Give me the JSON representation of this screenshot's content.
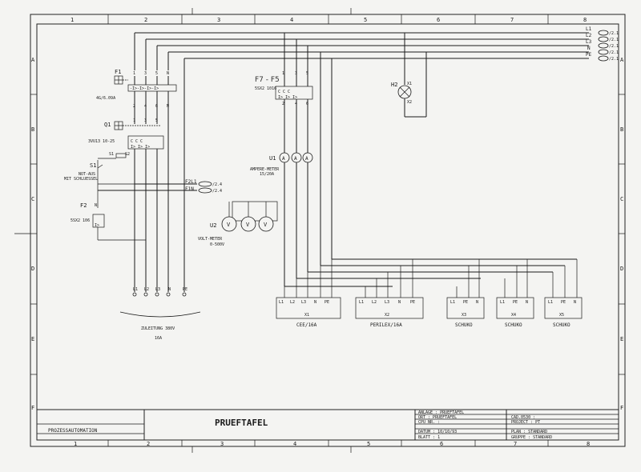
{
  "grid": {
    "cols_top": [
      "1",
      "2",
      "3",
      "4",
      "5",
      "6",
      "7",
      "8"
    ],
    "cols_bottom": [
      "1",
      "2",
      "3",
      "4",
      "5",
      "6",
      "7",
      "8"
    ],
    "rows_left": [
      "A",
      "B",
      "C",
      "D",
      "E",
      "F"
    ],
    "rows_right": [
      "A",
      "B",
      "C",
      "D",
      "E",
      "F"
    ]
  },
  "bus": {
    "lines": [
      "L1",
      "L2",
      "L3",
      "N",
      "PE"
    ],
    "ref": "/2.1"
  },
  "components": {
    "F1": {
      "tag": "F1",
      "rating": "4G/6.09A",
      "terms_top": [
        "1",
        "3",
        "5",
        "N"
      ],
      "terms_bot": [
        "2",
        "4",
        "6",
        "N"
      ]
    },
    "Q1": {
      "tag": "Q1",
      "type": "3VU13 10-25",
      "terms": [
        "1",
        "3",
        "5"
      ],
      "aux": "S1",
      "aux2": "S2"
    },
    "S1": {
      "tag": "S1",
      "desc": "NOT-AUS",
      "desc2": "MIT SCHLUESSEL"
    },
    "F2": {
      "tag": "F2",
      "type": "5SX2 106",
      "term": "N"
    },
    "F2L": {
      "tag": "F2L1",
      "tag2": "F1N",
      "ref": "/2.4"
    },
    "F7": {
      "tag": "F7 - F5",
      "type": "5SX2 1016",
      "terms_top": [
        "1",
        "3",
        "5"
      ],
      "terms_bot": [
        "2",
        "4",
        "6"
      ]
    },
    "U1": {
      "tag": "U1",
      "desc": "AMPERE-METER",
      "desc2": "15/20A",
      "sym": "A"
    },
    "U2": {
      "tag": "U2",
      "desc": "VOLT-METER",
      "desc2": "0-500V",
      "sym": "V"
    },
    "H2": {
      "tag": "H2",
      "t1": "X1",
      "t2": "X2"
    },
    "supply": {
      "terms": [
        "L1",
        "L2",
        "L3",
        "PE"
      ],
      "label": "ZULEITUNG 380V",
      "rating": "16A"
    }
  },
  "sockets": [
    {
      "tag": "X1",
      "name": "CEE/16A",
      "terms": [
        "L1",
        "L2",
        "L3",
        "N",
        "PE"
      ]
    },
    {
      "tag": "X2",
      "name": "PERILEX/16A",
      "terms": [
        "L1",
        "L2",
        "L3",
        "N",
        "PE"
      ]
    },
    {
      "tag": "X3",
      "name": "SCHUKO",
      "terms": [
        "L1",
        "PE",
        "N"
      ]
    },
    {
      "tag": "X4",
      "name": "SCHUKO",
      "terms": [
        "L1",
        "PE",
        "N"
      ]
    },
    {
      "tag": "X5",
      "name": "SCHUKO",
      "terms": [
        "L1",
        "PE",
        "N"
      ]
    }
  ],
  "titleblock": {
    "company": "PROZESSAUTOMATION",
    "title": "PRUEFTAFEL",
    "anlage": "ANLAGE : PRUEFTAFEL",
    "ort": "ORT    : PRUEFTAFEL",
    "cpu": "CPU NR. :",
    "datum": "DATUM  : 10/10/93",
    "blatt": "BLATT  : 1",
    "cad": "CAD.0530 :",
    "project": "PROJECT  : PT",
    "plan": "PLAN     : STANDARD",
    "gruppe": "GRUPPE   : STANDARD"
  }
}
